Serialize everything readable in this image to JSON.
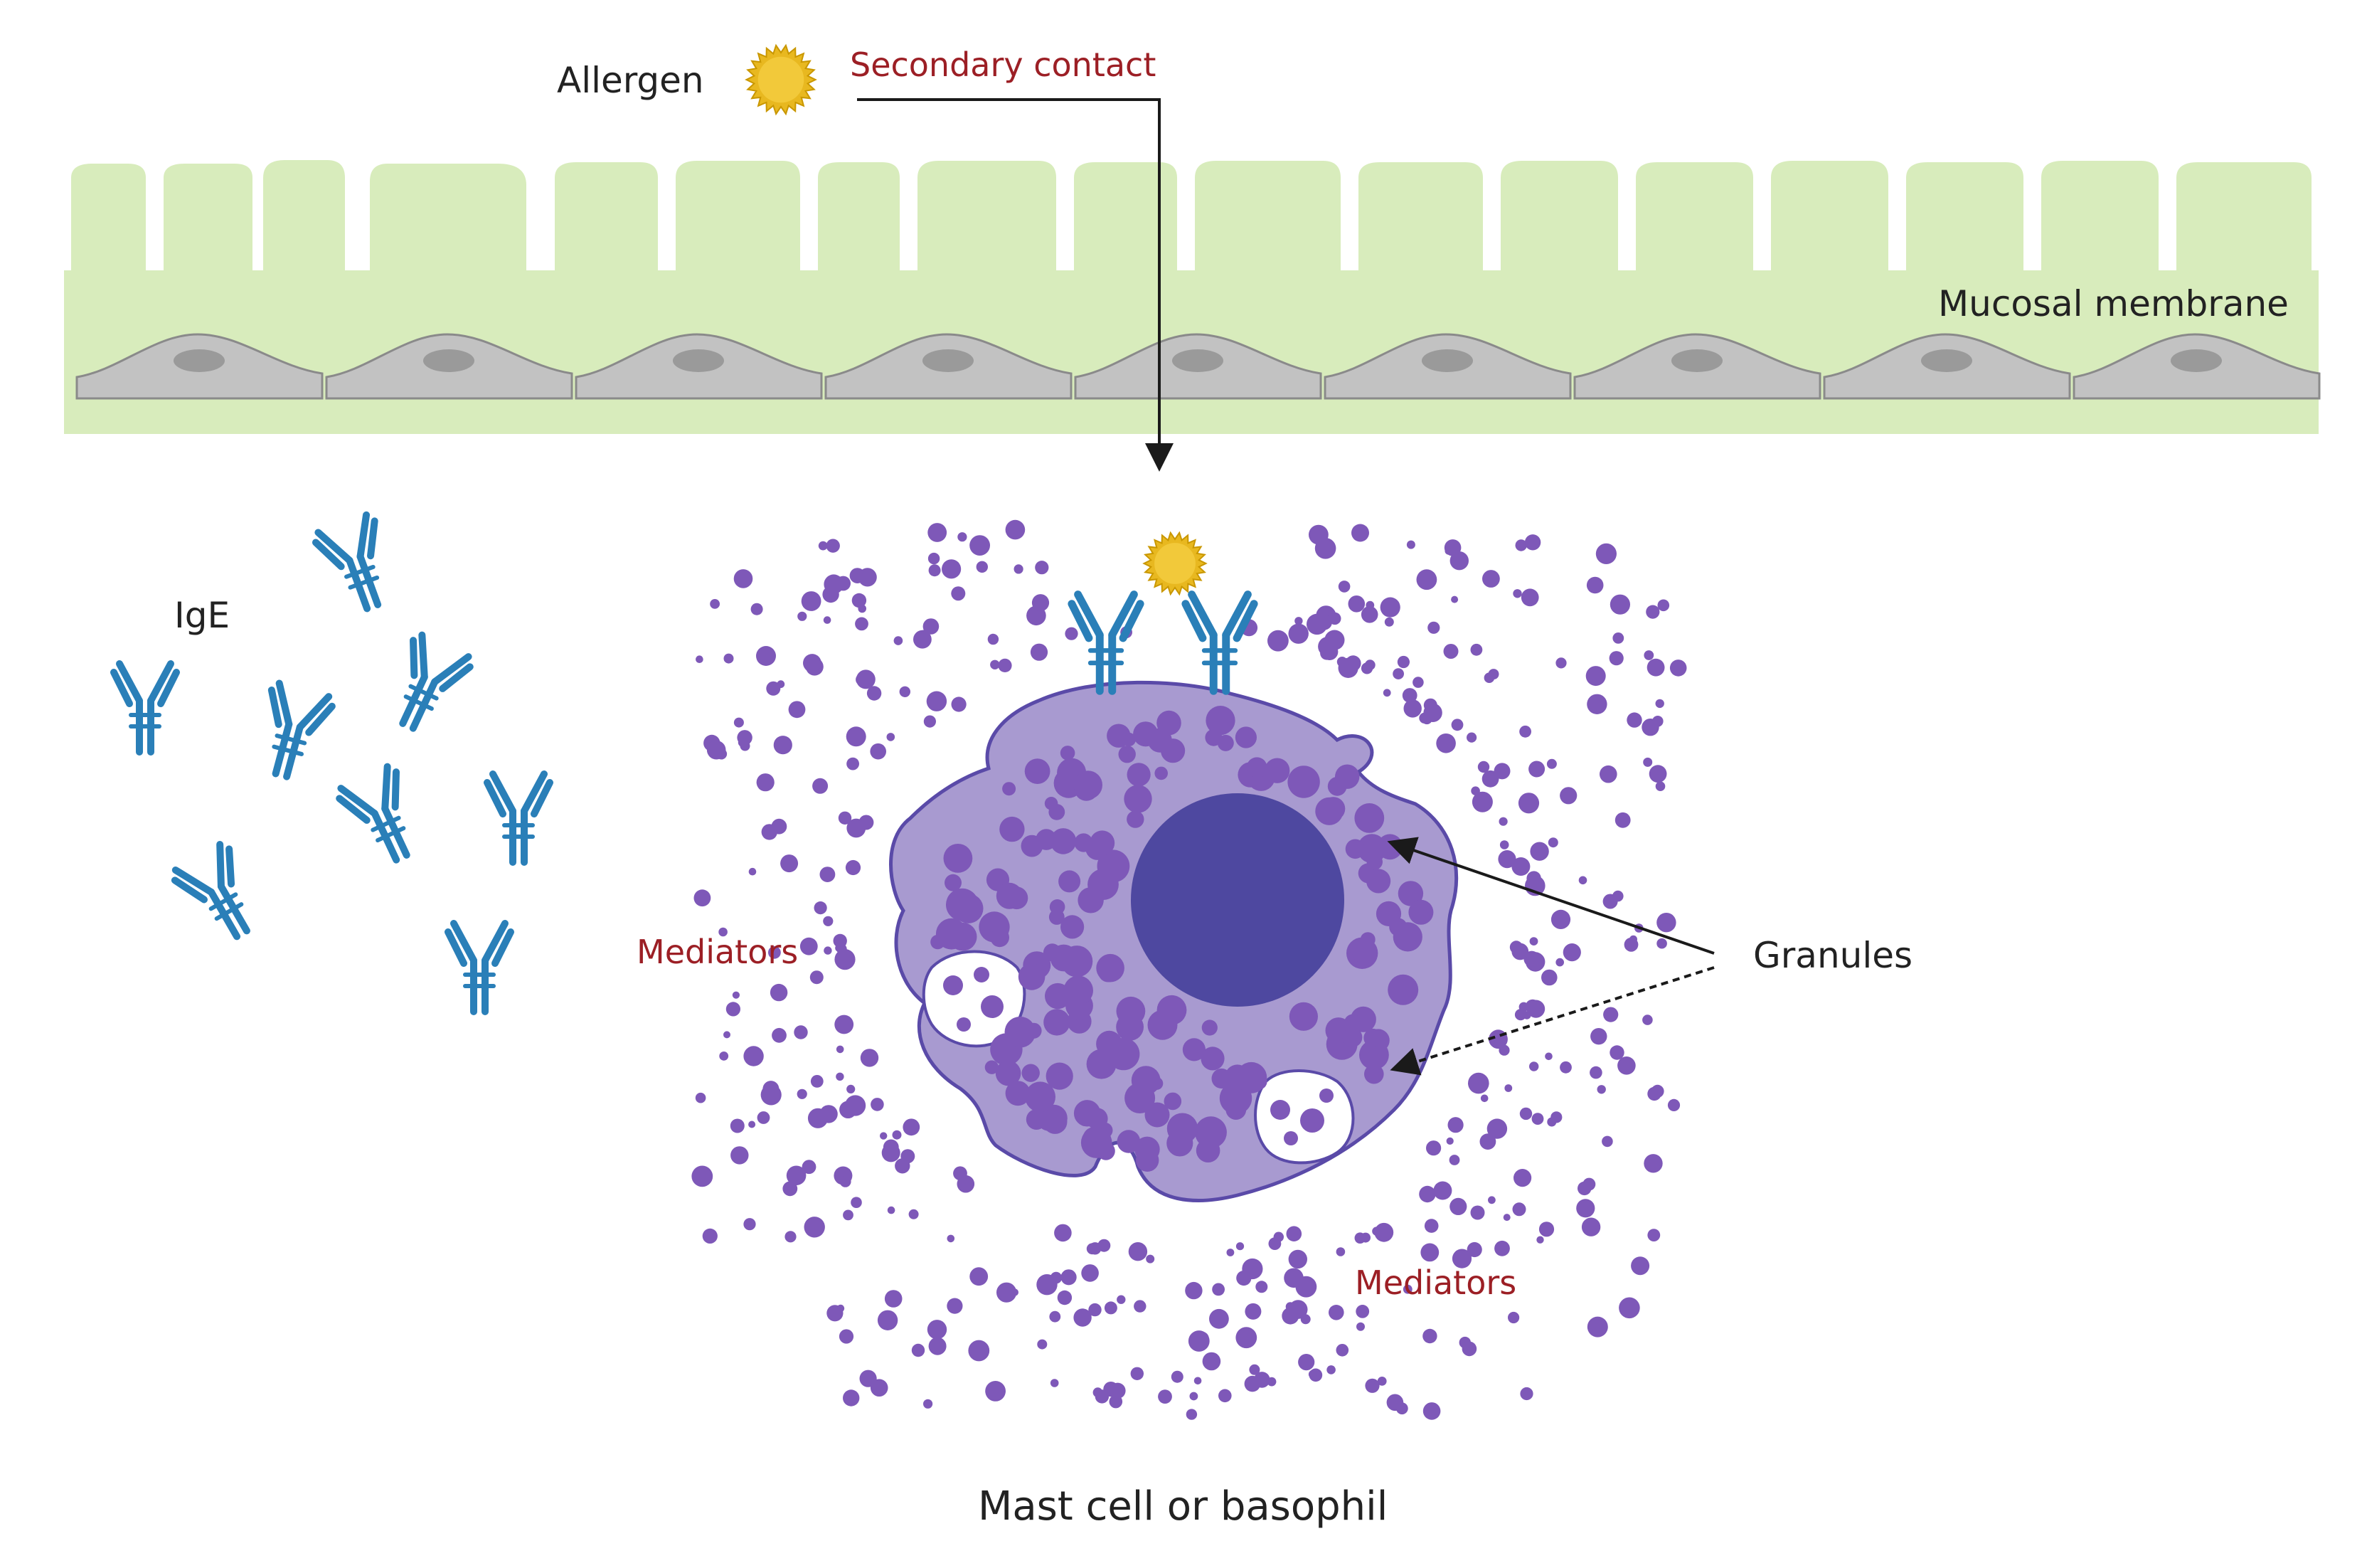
{
  "labels": {
    "allergen": "Allergen",
    "secondary_contact": "Secondary contact",
    "mucosal_membrane": "Mucosal membrane",
    "ige": "IgE",
    "mediators_left": "Mediators",
    "mediators_right": "Mediators",
    "granules": "Granules",
    "title": "Mast cell or basophil"
  },
  "colors": {
    "mucosa": "#d8ecbc",
    "epithelial_cell": "#c2c2c2",
    "epithelial_nucleus": "#9a9a9a",
    "antibody": "#2a7fb8",
    "allergen": "#e8b820",
    "cell_body": "#a89ad0",
    "cell_outline": "#5a4aa8",
    "nucleus": "#4e48a0",
    "granule": "#7e58b8",
    "red_text": "#9c1f25"
  }
}
